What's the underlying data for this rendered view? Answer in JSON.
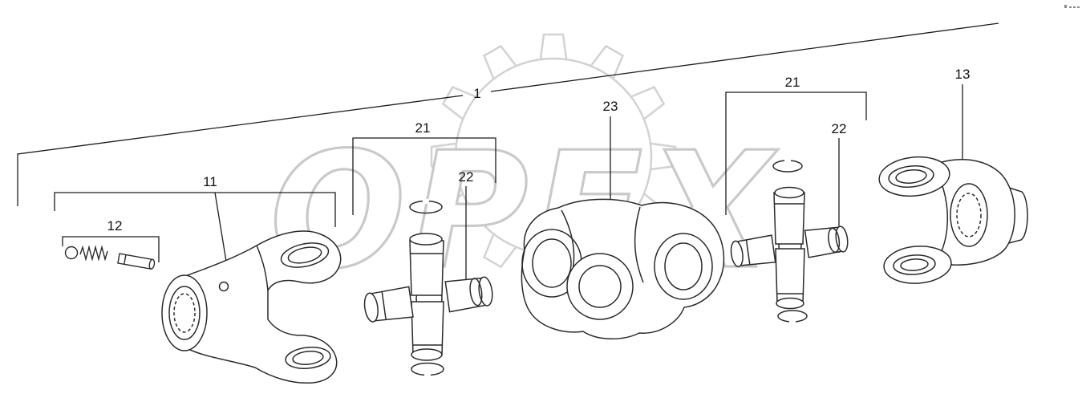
{
  "watermark": {
    "text": "OPEX"
  },
  "labels": {
    "part1": "1",
    "part11": "11",
    "part12": "12",
    "part13": "13",
    "part21a": "21",
    "part21b": "21",
    "part22a": "22",
    "part22b": "22",
    "part23": "23"
  },
  "colors": {
    "line": "#1c1c1c",
    "part_line": "#2a2a2a",
    "watermark": "#c9c9c9",
    "background": "#ffffff"
  }
}
